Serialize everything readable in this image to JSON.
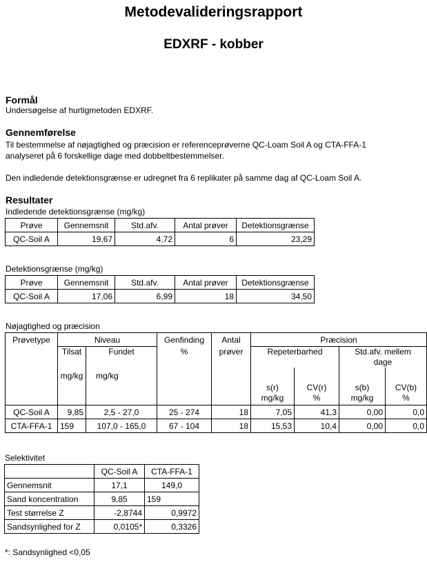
{
  "title": "Metodevalideringsrapport",
  "subtitle": "EDXRF - kobber",
  "formaal": {
    "heading": "Formål",
    "text": "Undersøgelse af hurtigmetoden EDXRF."
  },
  "gennemfoerelse": {
    "heading": "Gennemførelse",
    "line1": "Til bestemmelse af nøjagtighed og præcision er referenceprøverne QC-Loam Soil A og CTA-FFA-1",
    "line2": "analyseret på 6 forskellige dage med dobbeltbestemmelser.",
    "line3": "Den indledende detektionsgrænse er udregnet fra 6 replikater på samme dag af QC-Loam Soil A."
  },
  "resultater": {
    "heading": "Resultater",
    "table1": {
      "caption": "Indledende detektionsgrænse (mg/kg)",
      "headers": [
        "Prøve",
        "Gennemsnit",
        "Std.afv.",
        "Antal prøver",
        "Detektionsgrænse"
      ],
      "row": [
        "QC-Soil A",
        "19,67",
        "4,72",
        "6",
        "23,29"
      ]
    },
    "table2": {
      "caption": "Detektionsgrænse (mg/kg)",
      "headers": [
        "Prøve",
        "Gennemsnit",
        "Std.afv.",
        "Antal prøver",
        "Detektionsgrænse"
      ],
      "row": [
        "QC-Soil A",
        "17,06",
        "6,99",
        "18",
        "34,50"
      ]
    },
    "table3": {
      "caption": "Nøjagtighed og præcision",
      "h_proevetype": "Prøvetype",
      "h_niveau": "Niveau",
      "h_genfinding": "Genfinding",
      "h_pct": "%",
      "h_antal1": "Antal",
      "h_antal2": "prøver",
      "h_praecision": "Præcision",
      "h_tilsat": "Tilsat",
      "h_fundet": "Fundet",
      "h_repeterbarhed": "Repeterbarhed",
      "h_stdafv1": "Std.afv. mellem",
      "h_stdafv2": "dage",
      "h_mgkg": "mg/kg",
      "h_sr": "s(r)",
      "h_cvr": "CV(r)",
      "h_sb": "s(b)",
      "h_cvb": "CV(b)",
      "rows": [
        [
          "QC-Soil A",
          "9,85",
          "2,5 - 27,0",
          "25 - 274",
          "18",
          "7,05",
          "41,3",
          "0,00",
          "0,0"
        ],
        [
          "CTA-FFA-1",
          "159",
          "107,0 - 165,0",
          "67 - 104",
          "18",
          "15,53",
          "10,4",
          "0,00",
          "0,0"
        ]
      ]
    },
    "table4": {
      "caption": "Selektivitet",
      "headers": [
        "",
        "QC-Soil A",
        "CTA-FFA-1"
      ],
      "rows": [
        [
          "Gennemsnit",
          "17,1",
          "149,0"
        ],
        [
          "Sand koncentration",
          "9,85",
          "159"
        ],
        [
          "Test størrelse Z",
          "-2,8744",
          "0,9972"
        ],
        [
          "Sandsynlighed for Z",
          "0,0105*",
          "0,3326"
        ]
      ]
    },
    "footnote": "*: Sandsynlighed <0,05"
  }
}
